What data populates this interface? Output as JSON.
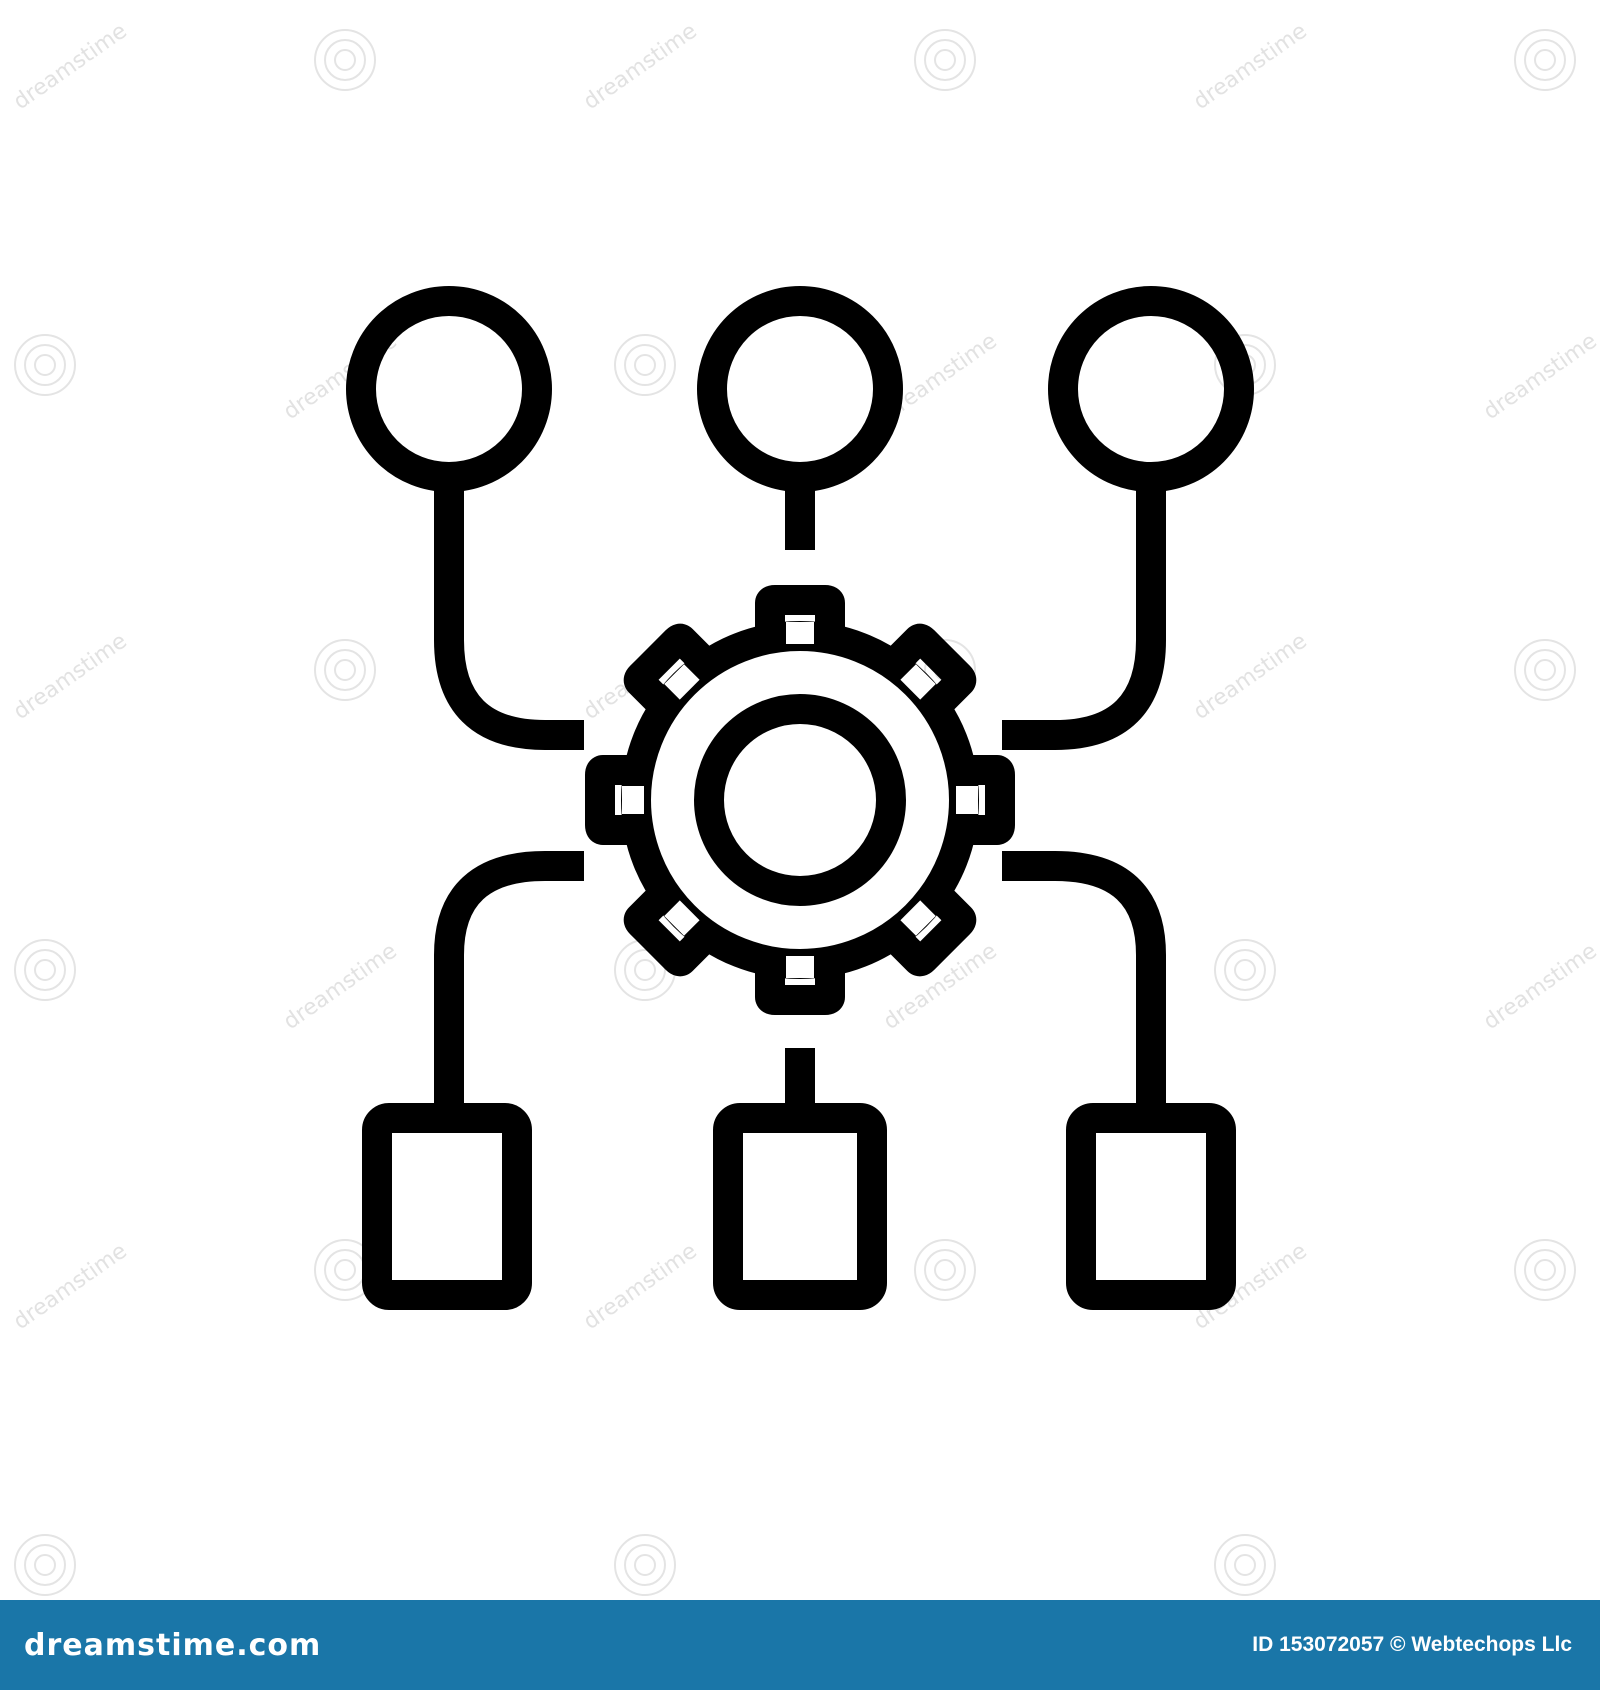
{
  "image": {
    "subject": "process-network-icon",
    "background_color": "#ffffff",
    "stroke_color": "#000000"
  },
  "footer": {
    "background_color": "#1a76a8",
    "logo_text": "dreamstime.com",
    "credit_text": "ID 153072057 © Webtechops Llc"
  },
  "watermark": {
    "text": "dreamstime"
  }
}
